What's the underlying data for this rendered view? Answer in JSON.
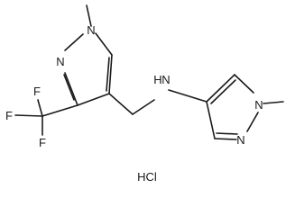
{
  "structure": {
    "atom_labels": {
      "n1_left": "N",
      "n2_left": "N",
      "f_top": "F",
      "f_left": "F",
      "f_bottom": "F",
      "nh": "H",
      "nh_n": "N",
      "n1_right": "N",
      "n2_right": "N"
    },
    "salt": "HCl"
  }
}
